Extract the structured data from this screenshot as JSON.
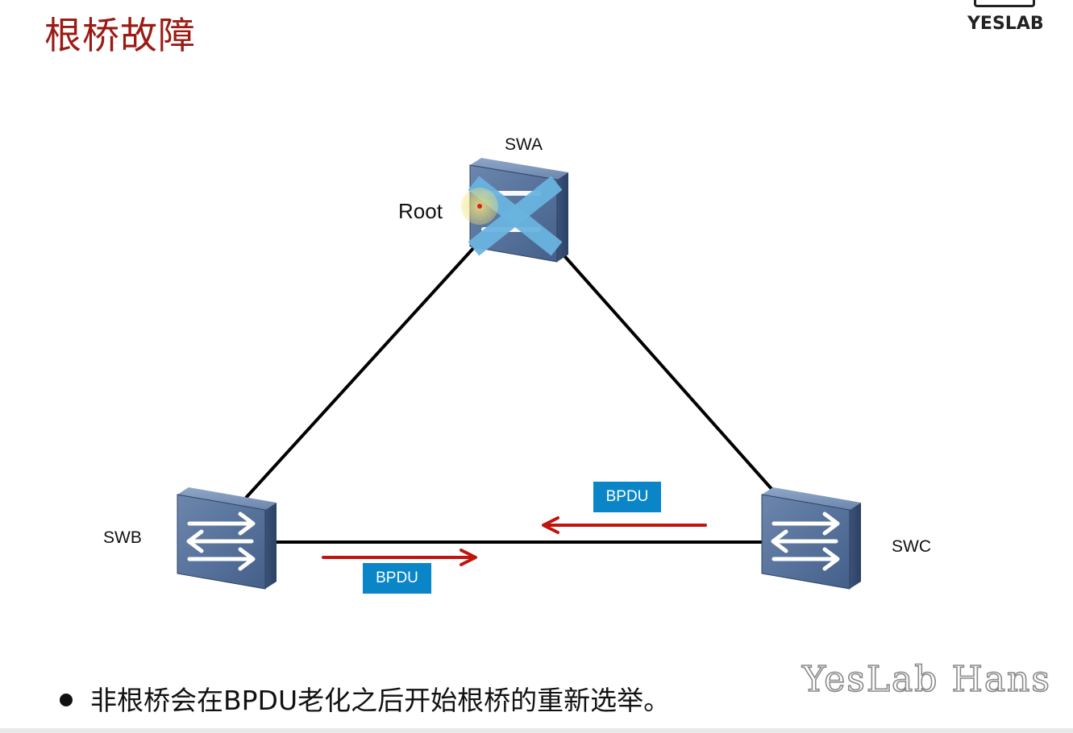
{
  "slide": {
    "title": "根桥故障",
    "logo_text": "YESLAB",
    "bullet": "非根桥会在BPDU老化之后开始根桥的重新选举。",
    "watermark": "YesLab Hans"
  },
  "diagram": {
    "nodes": {
      "swa": {
        "label": "SWA",
        "role_label": "Root",
        "state": "failed"
      },
      "swb": {
        "label": "SWB"
      },
      "swc": {
        "label": "SWC"
      }
    },
    "links": [
      {
        "from": "SWA",
        "to": "SWB"
      },
      {
        "from": "SWA",
        "to": "SWC"
      },
      {
        "from": "SWB",
        "to": "SWC"
      }
    ],
    "messages": [
      {
        "label": "BPDU",
        "direction": "SWB→SWC"
      },
      {
        "label": "BPDU",
        "direction": "SWC→SWB"
      }
    ]
  },
  "colors": {
    "title": "#9b1b14",
    "link": "#000000",
    "arrow": "#c0150f",
    "bpdu_tag": "#0a86c8",
    "failure_x": "#6ab4e0",
    "switch_face": "#4f6a93"
  },
  "icons": {
    "switch": "switch-icon",
    "failure": "failure-x-icon",
    "bullet": "bullet-dot-icon"
  }
}
